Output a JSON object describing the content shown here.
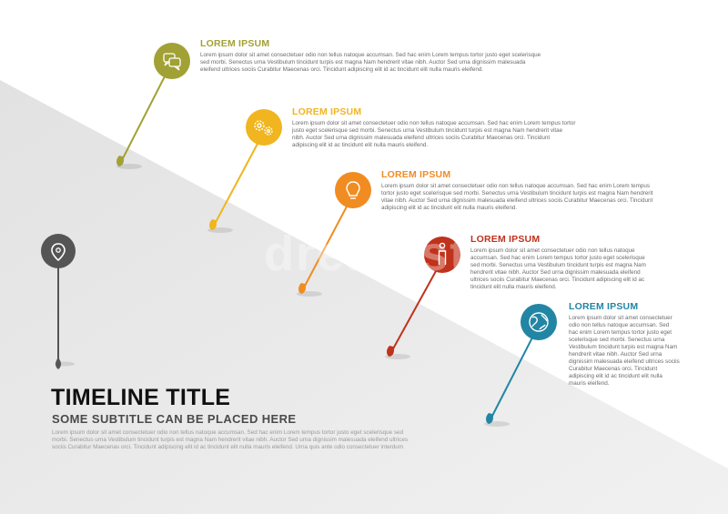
{
  "title": "TIMELINE TITLE",
  "subtitle": "SOME SUBTITLE CAN BE PLACED HERE",
  "body": "Lorem ipsum dolor sit amet consectetuer odio non tellus natoque accumsan. Sed hac enim Lorem tempus tortor justo eget scelerisque sed morbi. Senectus urna Vestibulum tincidunt turpis est magna Nam hendrerit vitae nibh. Auctor Sed urna dignissim malesuada eleifend ultrices sociis Curabitur Maecenas orci. Tincidunt adipiscing elit id ac tincidunt elit nulla mauris eleifend. Urna quis ante odio consectetuer interdum",
  "watermark": "dreamstime",
  "colors": {
    "start": "#555555",
    "olive": "#a1a135",
    "yellow": "#f0b51f",
    "orange": "#f08c22",
    "red": "#c0321b",
    "blue": "#2285a4",
    "gray_area": "#e9e9e9"
  },
  "start_marker": {
    "icon": "pin-icon",
    "color": "#555555"
  },
  "entries": [
    {
      "title": "LOREM IPSUM",
      "icon": "chat-icon",
      "color": "#a1a135",
      "text": "Lorem ipsum dolor sit amet consectetuer odio non tellus natoque accumsan. Sed hac enim Lorem tempus tortor justo eget scelerisque sed morbi. Senectus urna Vestibulum tincidunt turpis est magna Nam hendrerit vitae nibh. Auctor Sed urna dignissim malesuada eleifend ultrices sociis Curabitur Maecenas orci. Tincidunt adipiscing elit id ac tincidunt elit nulla mauris eleifend."
    },
    {
      "title": "LOREM IPSUM",
      "icon": "gears-icon",
      "color": "#f0b51f",
      "text": "Lorem ipsum dolor sit amet consectetuer odio non tellus natoque accumsan. Sed hac enim Lorem tempus tortor justo eget scelerisque sed morbi. Senectus urna Vestibulum tincidunt turpis est magna Nam hendrerit vitae nibh. Auctor Sed urna dignissim malesuada eleifend ultrices sociis Curabitur Maecenas orci. Tincidunt adipiscing elit id ac tincidunt elit nulla mauris eleifend."
    },
    {
      "title": "LOREM IPSUM",
      "icon": "lightbulb-icon",
      "color": "#f08c22",
      "text": "Lorem ipsum dolor sit amet consectetuer odio non tellus natoque accumsan. Sed hac enim Lorem tempus tortor justo eget scelerisque sed morbi. Senectus urna Vestibulum tincidunt turpis est magna Nam hendrerit vitae nibh. Auctor Sed urna dignissim malesuada eleifend ultrices sociis Curabitur Maecenas orci. Tincidunt adipiscing elit id ac tincidunt elit nulla mauris eleifend."
    },
    {
      "title": "LOREM IPSUM",
      "icon": "person-icon",
      "color": "#c0321b",
      "text": "Lorem ipsum dolor sit amet consectetuer odio non tellus natoque accumsan. Sed hac enim Lorem tempus tortor justo eget scelerisque sed morbi. Senectus urna Vestibulum tincidunt turpis est magna Nam hendrerit vitae nibh. Auctor Sed urna dignissim malesuada eleifend ultrices sociis Curabitur Maecenas orci. Tincidunt adipiscing elit id ac tincidunt elit nulla mauris eleifend."
    },
    {
      "title": "LOREM IPSUM",
      "icon": "globe-icon",
      "color": "#2285a4",
      "text": "Lorem ipsum dolor sit amet consectetuer odio non tellus natoque accumsan. Sed hac enim Lorem tempus tortor justo eget scelerisque sed morbi. Senectus urna Vestibulum tincidunt turpis est magna Nam hendrerit vitae nibh. Auctor Sed urna dignissim malesuada eleifend ultrices sociis Curabitur Maecenas orci. Tincidunt adipiscing elit id ac tincidunt elit nulla mauris eleifend."
    }
  ]
}
